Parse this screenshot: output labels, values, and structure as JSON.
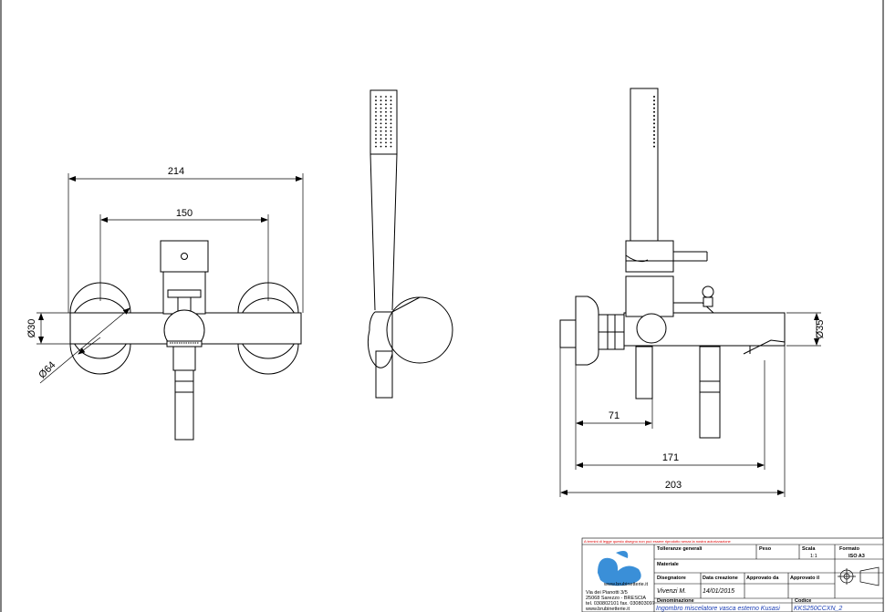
{
  "dimensions": {
    "front_width_total": "214",
    "front_width_centers": "150",
    "front_body_diameter": "Ø30",
    "front_escutcheon_diameter": "Ø64",
    "side_height": "Ø35",
    "side_spout_71": "71",
    "side_171": "171",
    "side_203": "203"
  },
  "title_block": {
    "warning": "A termini di legge questo disegno non può essere riprodotto senza la nostra autorizzazione",
    "company_address_1": "Via dei Pianotti 3/5",
    "company_address_2": "25068 Sarezzo - BRESCIA",
    "company_phone": "tel. 030802101 fax. 030803097",
    "company_web": "www.brubinetterie.it",
    "logo_text": "www.brubinetterie.it",
    "tolerances_label": "Tolleranze generali",
    "weight_label": "Peso",
    "scale_label": "Scala",
    "scale_value": "1:1",
    "format_label": "Formato",
    "format_value": "ISO A3",
    "material_label": "Materiale",
    "designer_label": "Disegnatore",
    "designer_value": "Vivenzi M.",
    "creation_date_label": "Data creazione",
    "creation_date_value": "14/01/2015",
    "approved_by_label": "Approvato da",
    "approved_il_label": "Approvato il",
    "denomination_label": "Denominazione",
    "denomination_value": "Ingombro miscelatore vasca esterno Kusasi",
    "code_label": "Codice",
    "code_value": "KKS250CCXN_2"
  }
}
